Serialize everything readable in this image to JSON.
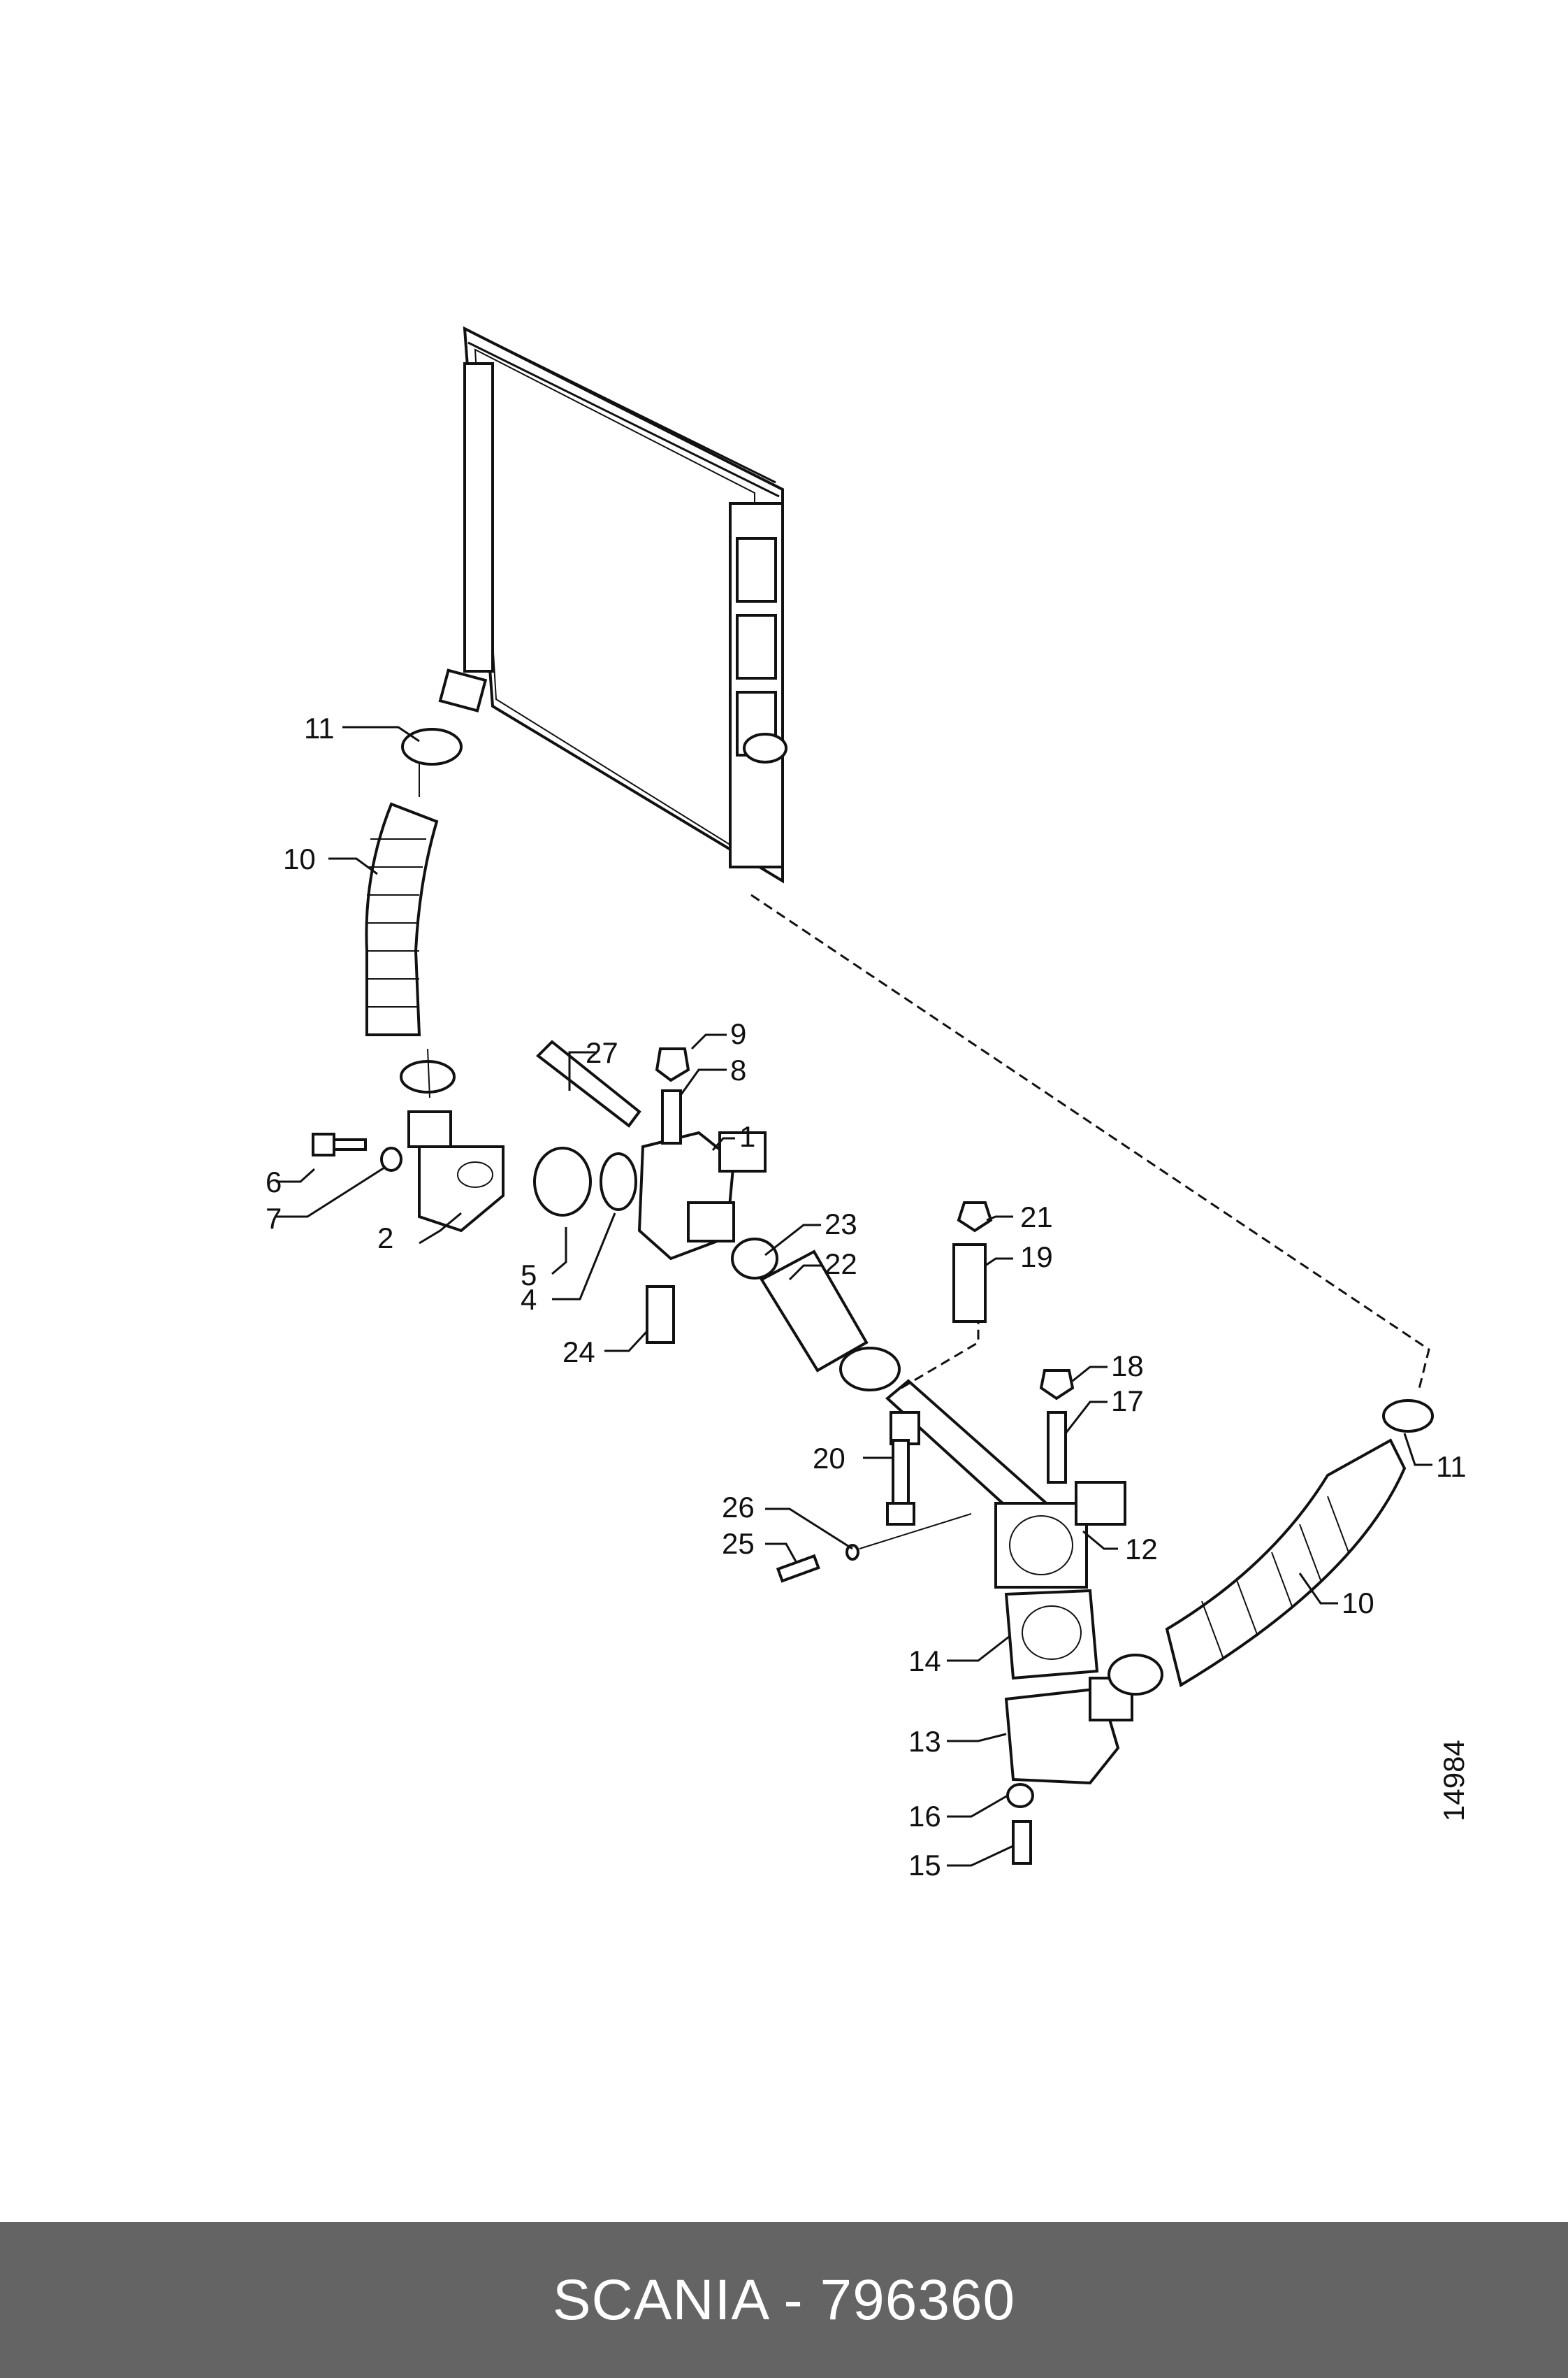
{
  "callouts": {
    "c1": "1",
    "c2": "2",
    "c4": "4",
    "c5": "5",
    "c6": "6",
    "c7": "7",
    "c8": "8",
    "c9": "9",
    "c10a": "10",
    "c10b": "10",
    "c11a": "11",
    "c11b": "11",
    "c12": "12",
    "c13": "13",
    "c14": "14",
    "c15": "15",
    "c16": "16",
    "c17": "17",
    "c18": "18",
    "c19": "19",
    "c20": "20",
    "c21": "21",
    "c22": "22",
    "c23": "23",
    "c24": "24",
    "c25": "25",
    "c26": "26",
    "c27": "27"
  },
  "drawing_number": "14984",
  "footer": {
    "text": "SCANIA - 796360"
  },
  "colors": {
    "footer_bg": "#646464",
    "footer_text": "#ffffff",
    "line": "#111111"
  }
}
